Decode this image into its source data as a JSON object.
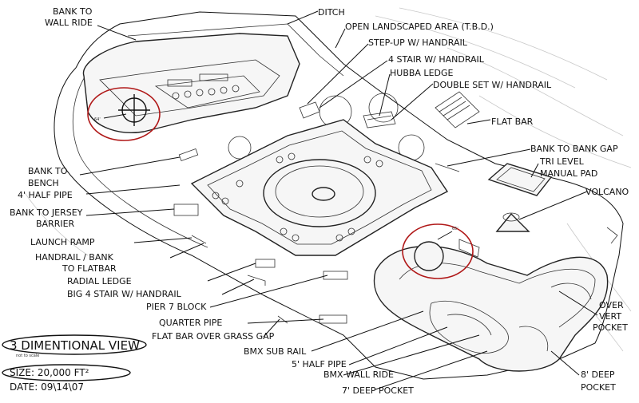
{
  "labels": {
    "bank_wall_1": "BANK TO",
    "bank_wall_2": "WALL RIDE",
    "ditch": "DITCH",
    "open_area": "OPEN LANDSCAPED AREA (T.B.D.)",
    "step_up": "STEP-UP W/ HANDRAIL",
    "four_stair": "4 STAIR W/ HANDRAIL",
    "hubba": "HUBBA LEDGE",
    "double_set": "DOUBLE SET W/ HANDRAIL",
    "flat_bar": "FLAT BAR",
    "bank_gap": "BANK TO BANK GAP",
    "tri_1": "TRI LEVEL",
    "tri_2": "MANUAL PAD",
    "volcano": "VOLCANO",
    "bank_bench_1": "BANK TO",
    "bank_bench_2": "BENCH",
    "half_pipe_4": "4' HALF PIPE",
    "jersey_1": "BANK TO JERSEY",
    "jersey_2": "BARRIER",
    "launch": "LAUNCH RAMP",
    "handrail_bank_1": "HANDRAIL / BANK",
    "handrail_bank_2": "TO FLATBAR",
    "radial": "RADIAL LEDGE",
    "big_stair": "BIG 4 STAIR W/ HANDRAIL",
    "pier": "PIER 7 BLOCK",
    "quarter": "QUARTER PIPE",
    "flat_grass": "FLAT BAR OVER GRASS GAP",
    "bmx_sub": "BMX SUB RAIL",
    "half_pipe_5": "5' HALF PIPE",
    "bmx_wall": "BMX WALL RIDE",
    "deep_7": "7' DEEP POCKET",
    "over_1": "OVER",
    "over_2": "VERT",
    "over_3": "POCKET",
    "deep_8_1": "8' DEEP",
    "deep_8_2": "POCKET"
  },
  "markers": {
    "left": "64'",
    "right": "65'"
  },
  "footer": {
    "title": "3 DIMENTIONAL VIEW",
    "title_sub": "not to scale",
    "size": "SIZE: 20,000 FT²",
    "date": "DATE: 09\\14\\07"
  },
  "colors": {
    "highlight_circle": "#b01818",
    "footer_ellipse": "#111111"
  }
}
